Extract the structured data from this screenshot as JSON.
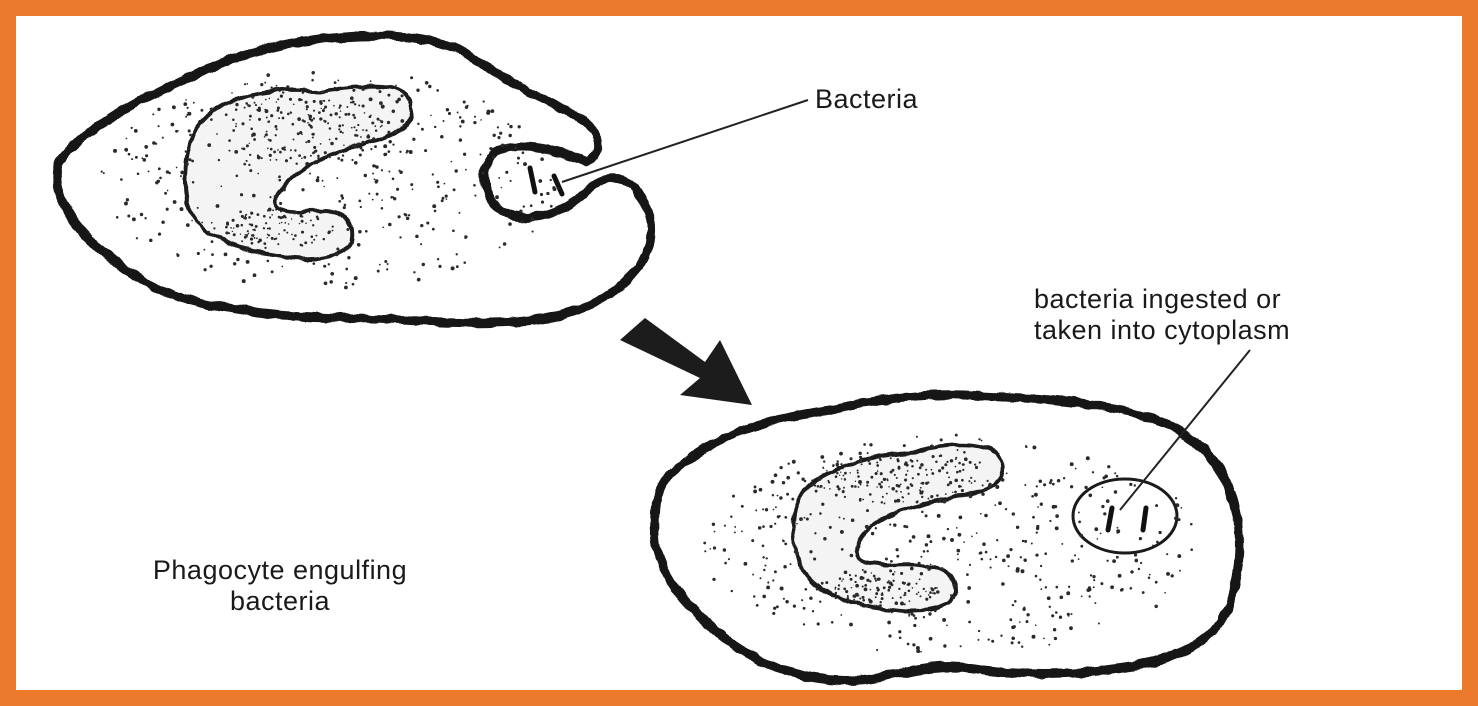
{
  "labels": {
    "bacteria": "Bacteria",
    "ingested_line1": "bacteria ingested or",
    "ingested_line2": "taken into cytoplasm",
    "caption_line1": "Phagocyte engulfing",
    "caption_line2": "bacteria"
  },
  "colors": {
    "frame_border": "#ec7a2d",
    "ink": "#1a1a1a",
    "background": "#ffffff"
  }
}
